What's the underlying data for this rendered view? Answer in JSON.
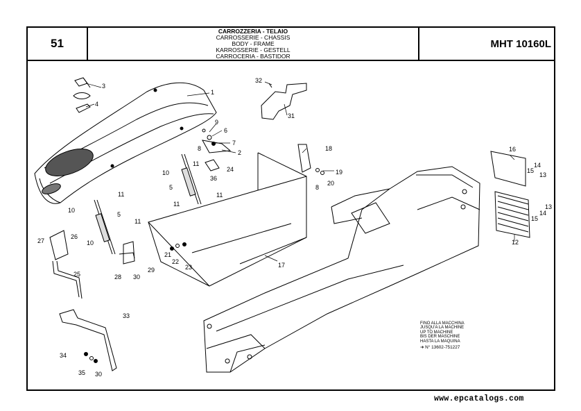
{
  "header": {
    "page_number": "51",
    "title_lines": [
      "CARROZZERIA - TELAIO",
      "CARROSSERIE - CHASSIS",
      "BODY - FRAME",
      "KARROSSERIE - GESTELL",
      "CARROCERIA - BASTIDOR"
    ],
    "model": "MHT 10160L"
  },
  "callouts": [
    "1",
    "2",
    "3",
    "4",
    "5",
    "5",
    "6",
    "7",
    "8",
    "8",
    "9",
    "10",
    "10",
    "10",
    "11",
    "11",
    "11",
    "11",
    "11",
    "12",
    "13",
    "13",
    "14",
    "14",
    "15",
    "15",
    "16",
    "17",
    "18",
    "19",
    "20",
    "21",
    "22",
    "23",
    "24",
    "25",
    "26",
    "27",
    "28",
    "29",
    "30",
    "30",
    "31",
    "32",
    "33",
    "34",
    "35",
    "36"
  ],
  "serial_note": {
    "lines": [
      "FINO ALLA MACCHINA",
      "JUSQU'A LA MACHINE",
      "UP TO MACHINE",
      "BIS DER MASCHINE",
      "HASTA LA MAQUINA"
    ],
    "serial": "N° 13602-751227"
  },
  "footer": {
    "website": "www.epcatalogs.com"
  }
}
